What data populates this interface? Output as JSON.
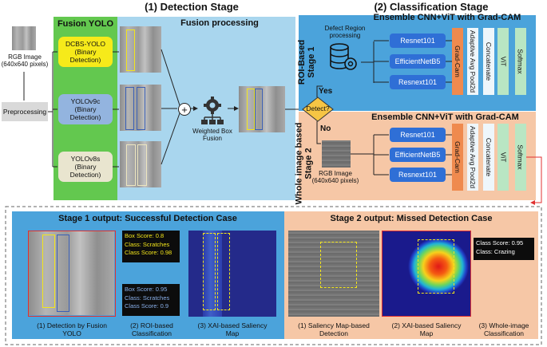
{
  "title_detection": "(1) Detection Stage",
  "title_classification": "(2) Classification Stage",
  "input": {
    "label_line1": "RGB Image",
    "label_line2": "(640x640 pixels)",
    "preprocessing": "Preprocessing"
  },
  "fusion": {
    "title": "Fusion YOLO",
    "models": [
      {
        "line1": "DCBS-YOLO",
        "line2": "(Binary",
        "line3": "Detection)"
      },
      {
        "line1": "YOLOv9c",
        "line2": "(Binary",
        "line3": "Detection)"
      },
      {
        "line1": "YOLOv8s",
        "line2": "(Binary",
        "line3": "Detection)"
      }
    ],
    "processing_title": "Fusion processing",
    "wbf_line1": "Weighted Box",
    "wbf_line2": "Fusion"
  },
  "decision": {
    "label": "Detect?",
    "yes": "Yes",
    "no": "No"
  },
  "stage1": {
    "side_line1": "ROI-Based",
    "side_line2": "Stage 1",
    "title": "Ensemble CNN+ViT with Grad-CAM",
    "drp_line1": "Defect Region",
    "drp_line2": "processing",
    "models": [
      "Resnet101",
      "EfficientNetB5",
      "Resnext101"
    ],
    "gradcam": "Grad-Cam",
    "pool": "Adaptive Avg Pool2d",
    "concat": "Concatenate",
    "vit": "ViT",
    "softmax": "Softmax"
  },
  "stage2": {
    "side_line1": "Whole image based",
    "side_line2": "Stage 2",
    "title": "Ensemble CNN+ViT with Grad-CAM",
    "rgb_line1": "RGB Image",
    "rgb_line2": "(640x640 pixels)",
    "models": [
      "Resnet101",
      "EfficientNetB5",
      "Resnext101"
    ],
    "gradcam": "Grad-Cam",
    "pool": "Adaptive Avg Pool2d",
    "concat": "Concatenate",
    "vit": "ViT",
    "softmax": "Softmax"
  },
  "out1": {
    "title": "Stage 1 output: Successful Detection Case",
    "info_top": {
      "line1": "Box Score: 0.8",
      "line2": "Class: Scratches",
      "line3": "Class Score: 0.98"
    },
    "info_bottom": {
      "line1": "Box Score: 0.95",
      "line2": "Class: Scratches",
      "line3": "Class Score: 0.9"
    },
    "cap1_line1": "(1) Detection by Fusion",
    "cap1_line2": "YOLO",
    "cap2_line1": "(2) ROI-based",
    "cap2_line2": "Classification",
    "cap3_line1": "(3) XAI-based Saliency",
    "cap3_line2": "Map"
  },
  "out2": {
    "title": "Stage 2 output: Missed Detection Case",
    "info": {
      "line1": "Class Score: 0.95",
      "line2": "Class: Crazing"
    },
    "cap1_line1": "(1) Saliency Map-based",
    "cap1_line2": "Detection",
    "cap2_line1": "(2) XAI-based Saliency",
    "cap2_line2": "Map",
    "cap3_line1": "(3) Whole-image",
    "cap3_line2": "Classification"
  },
  "colors": {
    "fusion_green": "#63c84f",
    "panel_blue": "#a9d6ee",
    "stage1_blue": "#4ba3db",
    "stage2_peach": "#f6c7a6",
    "model_blue": "#2f6fd6",
    "gradcam_orange": "#ef8a4e",
    "vit_green": "#b9e6c3",
    "decision_yellow": "#f6c544",
    "output_red": "#e03030"
  }
}
